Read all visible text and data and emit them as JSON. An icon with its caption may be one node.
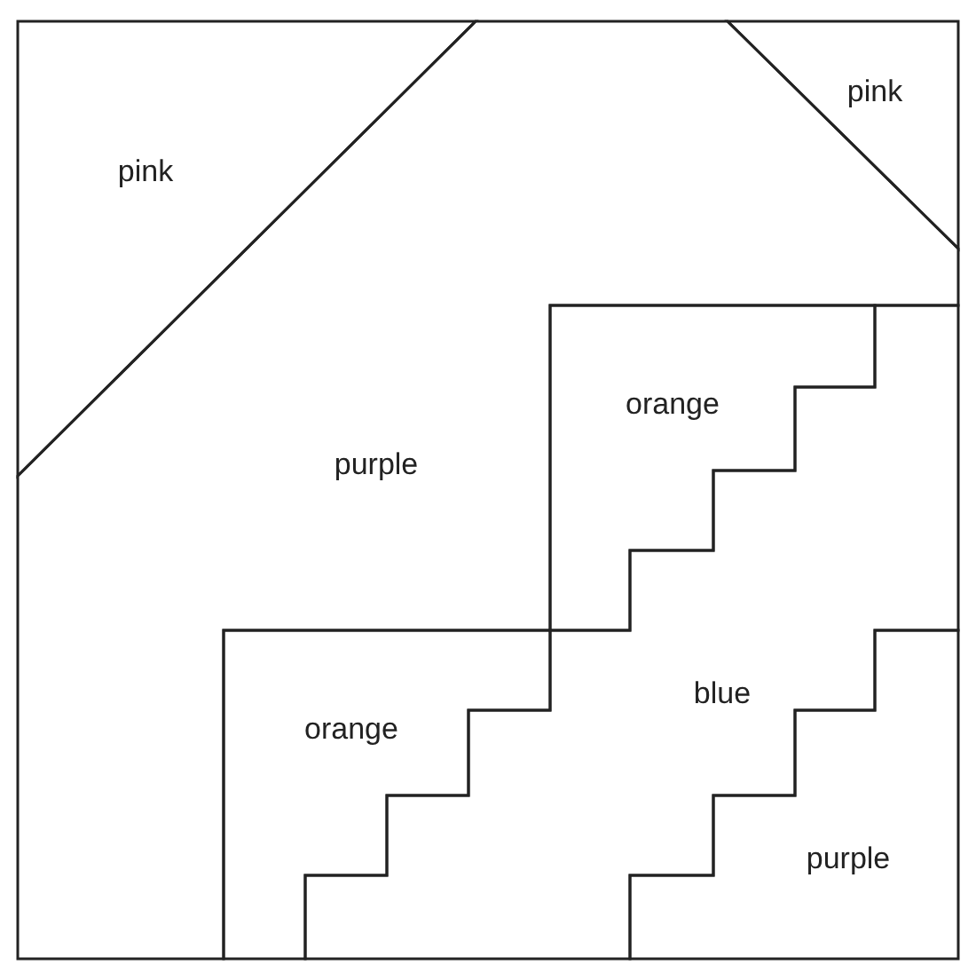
{
  "diagram": {
    "nodes": [
      {
        "text": [
          "pink"
        ]
      },
      {
        "text": [
          "pink"
        ]
      },
      {
        "text": [
          "purple"
        ]
      },
      {
        "text": [
          "orange"
        ]
      },
      {
        "text": [
          "orange"
        ]
      },
      {
        "text": [
          "blue"
        ]
      },
      {
        "text": [
          "purple"
        ]
      }
    ]
  }
}
